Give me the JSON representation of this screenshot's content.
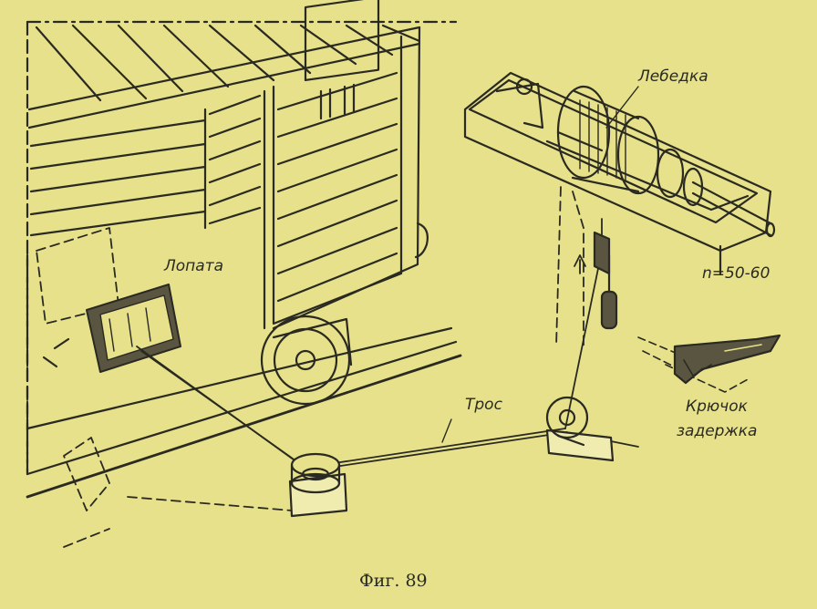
{
  "figure": {
    "labels": {
      "lebedka": "Лебедка",
      "lopata": "Лопата",
      "speed": "n=50-60",
      "tros": "Трос",
      "kryuchok_1": "Крючок",
      "kryuchok_2": "задержка"
    },
    "caption": "Фиг.  89",
    "colors": {
      "paper": "#e6e18a",
      "ink": "#2a2a22"
    }
  }
}
